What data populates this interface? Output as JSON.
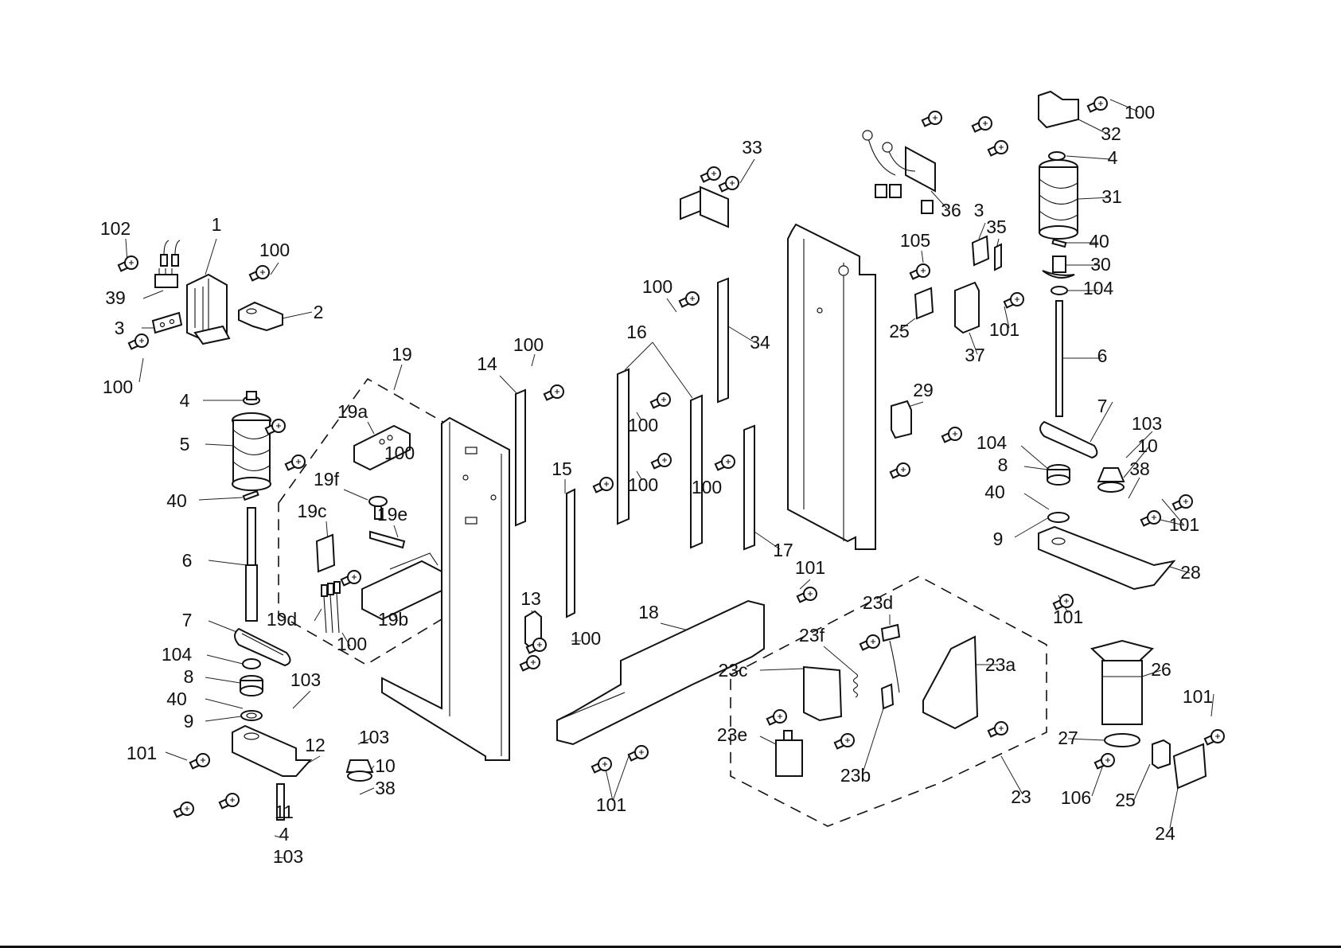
{
  "diagram": {
    "title": "Exploded parts diagram",
    "colors": {
      "line": "#111111",
      "background": "#ffffff"
    },
    "labels": [
      {
        "id": "l102a",
        "text": "102"
      },
      {
        "id": "l1",
        "text": "1"
      },
      {
        "id": "l100a",
        "text": "100"
      },
      {
        "id": "l39",
        "text": "39"
      },
      {
        "id": "l2",
        "text": "2"
      },
      {
        "id": "l3a",
        "text": "3"
      },
      {
        "id": "l100b",
        "text": "100"
      },
      {
        "id": "l4a",
        "text": "4"
      },
      {
        "id": "l5",
        "text": "5"
      },
      {
        "id": "l40a",
        "text": "40"
      },
      {
        "id": "l6a",
        "text": "6"
      },
      {
        "id": "l7a",
        "text": "7"
      },
      {
        "id": "l104a",
        "text": "104"
      },
      {
        "id": "l8a",
        "text": "8"
      },
      {
        "id": "l40b",
        "text": "40"
      },
      {
        "id": "l9a",
        "text": "9"
      },
      {
        "id": "l103a",
        "text": "103"
      },
      {
        "id": "l101a",
        "text": "101"
      },
      {
        "id": "l12",
        "text": "12"
      },
      {
        "id": "l103b",
        "text": "103"
      },
      {
        "id": "l10a",
        "text": "10"
      },
      {
        "id": "l38a",
        "text": "38"
      },
      {
        "id": "l11",
        "text": "11"
      },
      {
        "id": "l4b",
        "text": "4"
      },
      {
        "id": "l103c",
        "text": "103"
      },
      {
        "id": "l19",
        "text": "19"
      },
      {
        "id": "l19a",
        "text": "19a"
      },
      {
        "id": "l100c",
        "text": "100"
      },
      {
        "id": "l19f",
        "text": "19f"
      },
      {
        "id": "l19c",
        "text": "19c"
      },
      {
        "id": "l19e",
        "text": "19e"
      },
      {
        "id": "l19d",
        "text": "19d"
      },
      {
        "id": "l100d",
        "text": "100"
      },
      {
        "id": "l19b",
        "text": "19b"
      },
      {
        "id": "l14",
        "text": "14"
      },
      {
        "id": "l100e",
        "text": "100"
      },
      {
        "id": "l15",
        "text": "15"
      },
      {
        "id": "l13",
        "text": "13"
      },
      {
        "id": "l100f",
        "text": "100"
      },
      {
        "id": "l16",
        "text": "16"
      },
      {
        "id": "l100g",
        "text": "100"
      },
      {
        "id": "l100h",
        "text": "100"
      },
      {
        "id": "l100i",
        "text": "100"
      },
      {
        "id": "l100j",
        "text": "100"
      },
      {
        "id": "l34",
        "text": "34"
      },
      {
        "id": "l33",
        "text": "33"
      },
      {
        "id": "l17",
        "text": "17"
      },
      {
        "id": "l18",
        "text": "18"
      },
      {
        "id": "l101b",
        "text": "101"
      },
      {
        "id": "l101c",
        "text": "101"
      },
      {
        "id": "l36",
        "text": "36"
      },
      {
        "id": "l3b",
        "text": "3"
      },
      {
        "id": "l35",
        "text": "35"
      },
      {
        "id": "l105",
        "text": "105"
      },
      {
        "id": "l25a",
        "text": "25"
      },
      {
        "id": "l37",
        "text": "37"
      },
      {
        "id": "l101d",
        "text": "101"
      },
      {
        "id": "l29",
        "text": "29"
      },
      {
        "id": "l23d",
        "text": "23d"
      },
      {
        "id": "l23f",
        "text": "23f"
      },
      {
        "id": "l23a",
        "text": "23a"
      },
      {
        "id": "l23c",
        "text": "23c"
      },
      {
        "id": "l23e",
        "text": "23e"
      },
      {
        "id": "l23b",
        "text": "23b"
      },
      {
        "id": "l23",
        "text": "23"
      },
      {
        "id": "l100k",
        "text": "100"
      },
      {
        "id": "l32",
        "text": "32"
      },
      {
        "id": "l4c",
        "text": "4"
      },
      {
        "id": "l31",
        "text": "31"
      },
      {
        "id": "l40c",
        "text": "40"
      },
      {
        "id": "l30",
        "text": "30"
      },
      {
        "id": "l104b",
        "text": "104"
      },
      {
        "id": "l6b",
        "text": "6"
      },
      {
        "id": "l7b",
        "text": "7"
      },
      {
        "id": "l103d",
        "text": "103"
      },
      {
        "id": "l104c",
        "text": "104"
      },
      {
        "id": "l10b",
        "text": "10"
      },
      {
        "id": "l8b",
        "text": "8"
      },
      {
        "id": "l38b",
        "text": "38"
      },
      {
        "id": "l40d",
        "text": "40"
      },
      {
        "id": "l101e",
        "text": "101"
      },
      {
        "id": "l9b",
        "text": "9"
      },
      {
        "id": "l28",
        "text": "28"
      },
      {
        "id": "l101f",
        "text": "101"
      },
      {
        "id": "l26",
        "text": "26"
      },
      {
        "id": "l101g",
        "text": "101"
      },
      {
        "id": "l27",
        "text": "27"
      },
      {
        "id": "l106",
        "text": "106"
      },
      {
        "id": "l25b",
        "text": "25"
      },
      {
        "id": "l24",
        "text": "24"
      }
    ]
  }
}
